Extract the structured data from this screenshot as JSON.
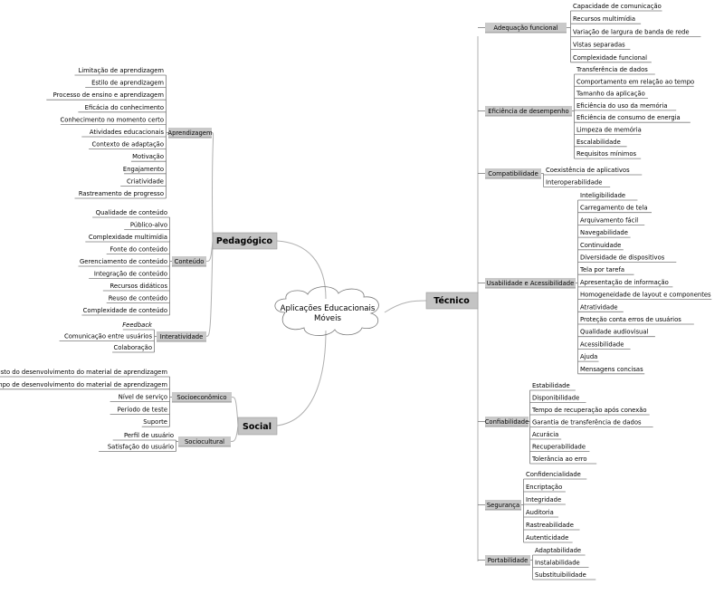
{
  "center": {
    "line1": "Aplicações Educacionais",
    "line2": "Móveis"
  },
  "branches": {
    "pedagogico": {
      "label": "Pedagógico",
      "aprendizagem": {
        "label": "Aprendizagem",
        "items": [
          "Limitação de aprendizagem",
          "Estilo de aprendizagem",
          "Processo de ensino e aprendizagem",
          "Eficácia do conhecimento",
          "Conhecimento no momento certo",
          "Atividades educacionais",
          "Contexto de adaptação",
          "Motivação",
          "Engajamento",
          "Criatividade",
          "Rastreamento de progresso"
        ]
      },
      "conteudo": {
        "label": "Conteúdo",
        "items": [
          "Qualidade de conteúdo",
          "Público-alvo",
          "Complexidade multimídia",
          "Fonte do conteúdo",
          "Gerenciamento de conteúdo",
          "Integração de conteúdo",
          "Recursos didáticos",
          "Reuso de conteúdo",
          "Complexidade de conteúdo"
        ]
      },
      "interatividade": {
        "label": "Interatividade",
        "items": [
          "Feedback",
          "Comunicação entre usuários",
          "Colaboração"
        ]
      }
    },
    "social": {
      "label": "Social",
      "socioeconomico": {
        "label": "Socioeconômico",
        "items": [
          "Custo do desenvolvimento do material de aprendizagem",
          "Tempo de desenvolvimento do material de aprendizagem",
          "Nível de serviço",
          "Período de teste",
          "Suporte"
        ]
      },
      "sociocultural": {
        "label": "Sociocultural",
        "items": [
          "Perfil de usuário",
          "Satisfação do usuário"
        ]
      }
    },
    "tecnico": {
      "label": "Técnico",
      "adequacao": {
        "label": "Adequação funcional",
        "items": [
          "Capacidade de comunicação",
          "Recursos multimídia",
          "Variação de largura de banda de rede",
          "Vistas separadas",
          "Complexidade funcional"
        ]
      },
      "eficiencia": {
        "label": "Eficiência de desempenho",
        "items": [
          "Transferência de dados",
          "Comportamento em relação ao tempo",
          "Tamanho da aplicação",
          "Eficiência do uso da memória",
          "Eficiência de consumo de energia",
          "Limpeza de memória",
          "Escalabilidade",
          "Requisitos mínimos"
        ]
      },
      "compatibilidade": {
        "label": "Compatibilidade",
        "items": [
          "Coexistência de aplicativos",
          "Interoperabilidade"
        ]
      },
      "usabilidade": {
        "label": "Usabilidade e Acessibilidade",
        "items": [
          "Inteligibilidade",
          "Carregamento de tela",
          "Arquivamento fácil",
          "Navegabilidade",
          "Continuidade",
          "Diversidade de dispositivos",
          "Tela por tarefa",
          "Apresentação de informação",
          "Homogeneidade de layout e componentes",
          "Atratividade",
          "Proteção conta erros de usuários",
          "Qualidade audiovisual",
          "Acessibilidade",
          "Ajuda",
          "Mensagens concisas"
        ]
      },
      "confiabilidade": {
        "label": "Confiabilidade",
        "items": [
          "Estabilidade",
          "Disponibilidade",
          "Tempo de recuperação após conexão",
          "Garantia de transferência de dados",
          "Acurácia",
          "Recuperabilidade",
          "Tolerância ao erro"
        ]
      },
      "seguranca": {
        "label": "Segurança",
        "items": [
          "Confidencialidade",
          "Encriptação",
          "Integridade",
          "Auditoria",
          "Rastreabilidade",
          "Autenticidade"
        ]
      },
      "portabilidade": {
        "label": "Portabilidade",
        "items": [
          "Adaptabilidade",
          "Instalabilidade",
          "Substituibilidade"
        ]
      }
    }
  }
}
